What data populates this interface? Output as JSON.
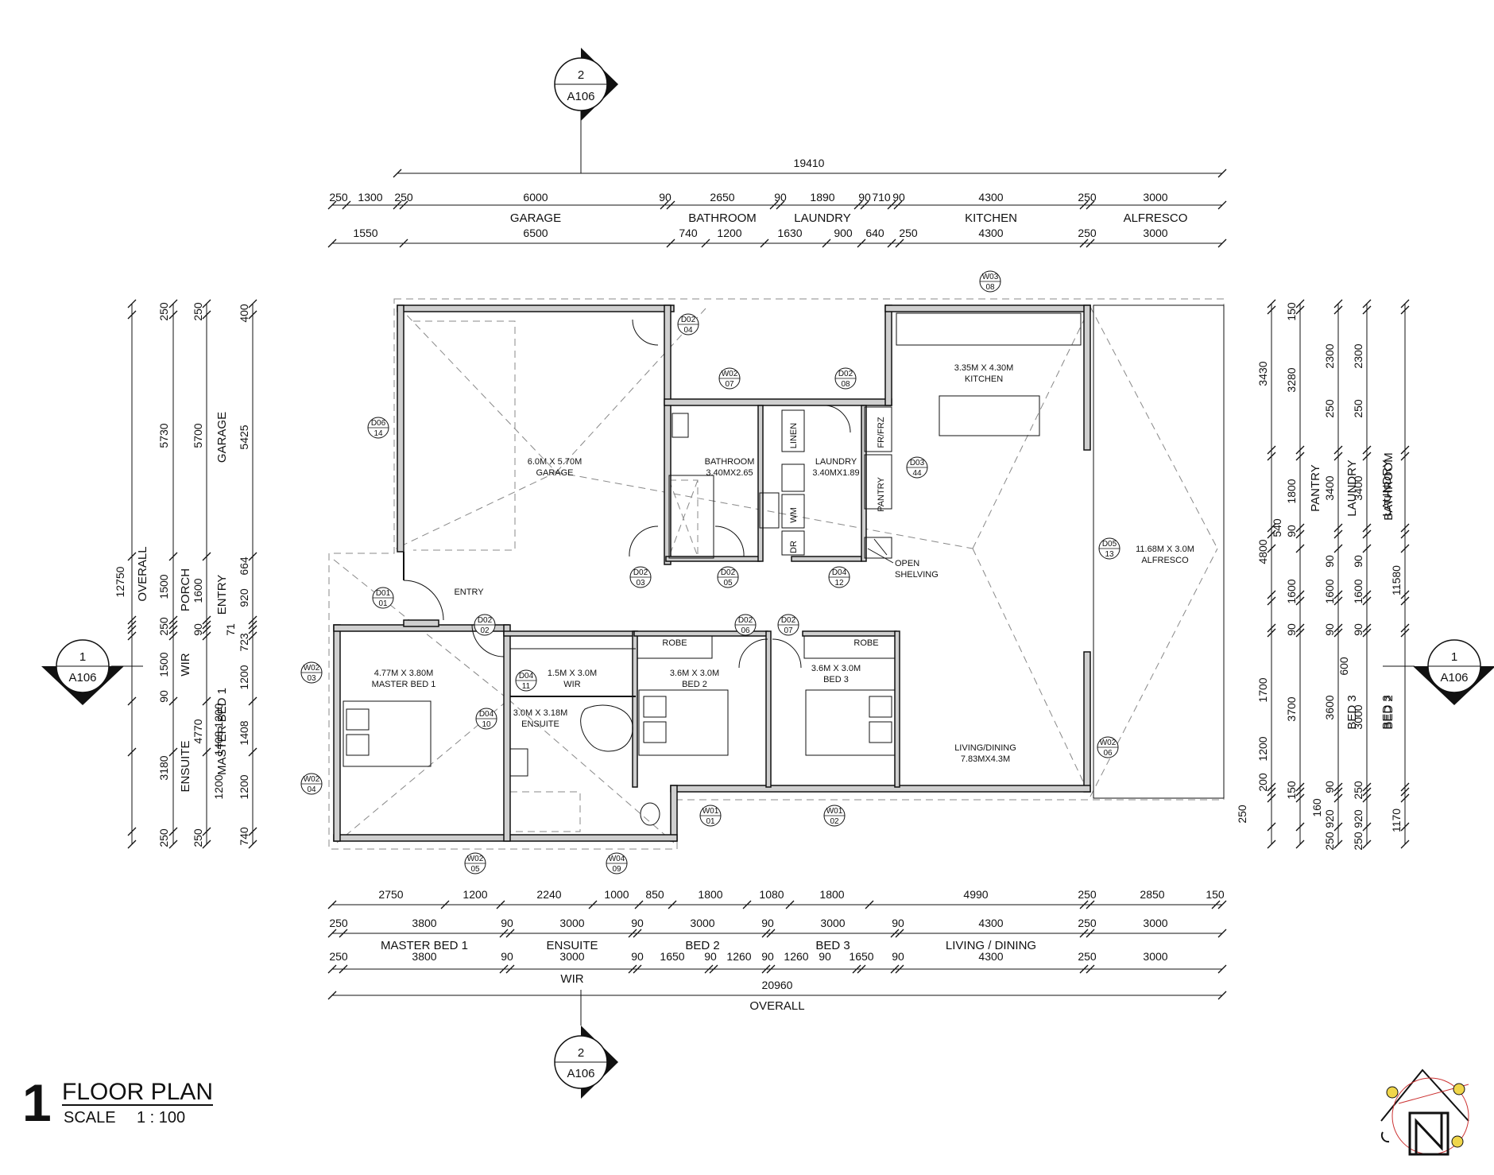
{
  "drawing": {
    "number": "1",
    "title": "FLOOR PLAN",
    "scale_label": "SCALE",
    "scale_value": "1 : 100"
  },
  "section_markers": [
    {
      "id": "top",
      "num": "2",
      "sheet": "A106"
    },
    {
      "id": "bottom",
      "num": "2",
      "sheet": "A106"
    },
    {
      "id": "left",
      "num": "1",
      "sheet": "A106"
    },
    {
      "id": "right",
      "num": "1",
      "sheet": "A106"
    }
  ],
  "rooms": [
    {
      "id": "garage",
      "lines": [
        "6.0M X 5.70M",
        "GARAGE"
      ]
    },
    {
      "id": "bathroom",
      "lines": [
        "BATHROOM",
        "3.40MX2.65"
      ]
    },
    {
      "id": "laundry",
      "lines": [
        "LAUNDRY",
        "3.40MX1.89"
      ]
    },
    {
      "id": "kitchen",
      "lines": [
        "3.35M X 4.30M",
        "KITCHEN"
      ]
    },
    {
      "id": "alfresco",
      "lines": [
        "11.68M X 3.0M",
        "ALFRESCO"
      ]
    },
    {
      "id": "entry",
      "lines": [
        "ENTRY"
      ]
    },
    {
      "id": "master",
      "lines": [
        "4.77M X 3.80M",
        "MASTER BED 1"
      ]
    },
    {
      "id": "wir",
      "lines": [
        "1.5M X 3.0M",
        "WIR"
      ]
    },
    {
      "id": "ensuite",
      "lines": [
        "3.0M X 3.18M",
        "ENSUITE"
      ]
    },
    {
      "id": "bed2",
      "lines": [
        "3.6M X 3.0M",
        "BED 2"
      ]
    },
    {
      "id": "bed3",
      "lines": [
        "3.6M X 3.0M",
        "BED 3"
      ]
    },
    {
      "id": "living",
      "lines": [
        "LIVING/DINING",
        "7.83MX4.3M"
      ]
    },
    {
      "id": "openshelving",
      "lines": [
        "OPEN",
        "SHELVING"
      ]
    },
    {
      "id": "robe2",
      "lines": [
        "ROBE"
      ]
    },
    {
      "id": "robe3",
      "lines": [
        "ROBE"
      ]
    },
    {
      "id": "linen",
      "lines": [
        "LINEN"
      ]
    },
    {
      "id": "pantry",
      "lines": [
        "PANTRY"
      ]
    },
    {
      "id": "frfrz",
      "lines": [
        "FR/FRZ"
      ]
    },
    {
      "id": "wm",
      "lines": [
        "WM"
      ]
    },
    {
      "id": "dr",
      "lines": [
        "DR"
      ]
    }
  ],
  "tags": [
    {
      "id": "W03-08",
      "top": "W03",
      "bottom": "08"
    },
    {
      "id": "D02-04",
      "top": "D02",
      "bottom": "04"
    },
    {
      "id": "W02-07",
      "top": "W02",
      "bottom": "07"
    },
    {
      "id": "D02-08",
      "top": "D02",
      "bottom": "08"
    },
    {
      "id": "D06-14",
      "top": "D06",
      "bottom": "14"
    },
    {
      "id": "D03-44",
      "top": "D03",
      "bottom": "44"
    },
    {
      "id": "D02-03",
      "top": "D02",
      "bottom": "03"
    },
    {
      "id": "D02-05",
      "top": "D02",
      "bottom": "05"
    },
    {
      "id": "D04-12",
      "top": "D04",
      "bottom": "12"
    },
    {
      "id": "D05-13",
      "top": "D05",
      "bottom": "13"
    },
    {
      "id": "D01-01",
      "top": "D01",
      "bottom": "01"
    },
    {
      "id": "D02-02",
      "top": "D02",
      "bottom": "02"
    },
    {
      "id": "D02-06",
      "top": "D02",
      "bottom": "06"
    },
    {
      "id": "D02-07",
      "top": "D02",
      "bottom": "07"
    },
    {
      "id": "W02-03",
      "top": "W02",
      "bottom": "03"
    },
    {
      "id": "D04-11",
      "top": "D04",
      "bottom": "11"
    },
    {
      "id": "D04-10",
      "top": "D04",
      "bottom": "10"
    },
    {
      "id": "W02-06",
      "top": "W02",
      "bottom": "06"
    },
    {
      "id": "W02-04",
      "top": "W02",
      "bottom": "04"
    },
    {
      "id": "W01-01",
      "top": "W01",
      "bottom": "01"
    },
    {
      "id": "W01-02",
      "top": "W01",
      "bottom": "02"
    },
    {
      "id": "W02-05",
      "top": "W02",
      "bottom": "05"
    },
    {
      "id": "W04-09",
      "top": "W04",
      "bottom": "09"
    }
  ],
  "dimensions": {
    "top_overall": "19410",
    "top_row1": [
      "250",
      "1300",
      "250",
      "6000",
      "90",
      "2650",
      "90",
      "1890",
      "90",
      "710",
      "90",
      "4300",
      "250",
      "3000"
    ],
    "top_labels": [
      "GARAGE",
      "BATHROOM",
      "LAUNDRY",
      "KITCHEN",
      "ALFRESCO"
    ],
    "top_row2": [
      "1550",
      "6500",
      "740",
      "1200",
      "1630",
      "900",
      "640",
      "250",
      "4300",
      "250",
      "3000"
    ],
    "bottom_row1": [
      "2750",
      "1200",
      "2240",
      "1000",
      "850",
      "1800",
      "1080",
      "1800",
      "4990",
      "250",
      "2850",
      "150"
    ],
    "bottom_row2": [
      "250",
      "3800",
      "90",
      "3000",
      "90",
      "3000",
      "90",
      "3000",
      "90",
      "4300",
      "250",
      "3000"
    ],
    "bottom_labels2": [
      "MASTER BED 1",
      "ENSUITE",
      "BED 2",
      "BED 3",
      "LIVING / DINING"
    ],
    "bottom_row3": [
      "250",
      "3800",
      "90",
      "3000",
      "90",
      "1650",
      "90",
      "1260",
      "90",
      "1260",
      "90",
      "1650",
      "90",
      "4300",
      "250",
      "3000"
    ],
    "bottom_labels3": [
      "WIR"
    ],
    "bottom_overall": "20960",
    "bottom_overall_label": "OVERALL",
    "left_overall": "12750",
    "left_overall_label": "OVERALL",
    "left_col1": [
      "250",
      "5730",
      "1500",
      "250",
      "1500",
      "90",
      "3180",
      "250"
    ],
    "left_col2": [
      "250",
      "5700",
      "1600",
      "90",
      "1200",
      "4770",
      "1408",
      "1200",
      "250"
    ],
    "left_col2_labels": [
      "PORCH",
      "WIR",
      "ENSUITE"
    ],
    "left_col3": [
      "400",
      "5425",
      "664",
      "920",
      "71",
      "723",
      "1200",
      "1408",
      "1200",
      "740"
    ],
    "left_col3_labels": [
      "GARAGE",
      "ENTRY",
      "MASTER BED 1"
    ],
    "right_col1": [
      "150",
      "3430",
      "3280",
      "1800",
      "540",
      "90",
      "4800",
      "1600",
      "90",
      "1700",
      "3700",
      "1200",
      "200",
      "150",
      "250"
    ],
    "right_col2": [
      "2300",
      "250",
      "3400",
      "90",
      "1600",
      "90",
      "3600",
      "90",
      "160",
      "920",
      "250"
    ],
    "right_col2_labels": [
      "PANTRY",
      "LAUNDRY",
      "BED 3"
    ],
    "right_col3": [
      "2300",
      "250",
      "3400",
      "90",
      "1600",
      "90",
      "600",
      "3000",
      "250",
      "920",
      "250"
    ],
    "right_col3_labels": [
      "LAUNDRY",
      "BED 3"
    ],
    "right_col4": [
      "11580",
      "1170"
    ],
    "right_col4_labels": [
      "BATHROOM",
      "BED 2"
    ]
  }
}
